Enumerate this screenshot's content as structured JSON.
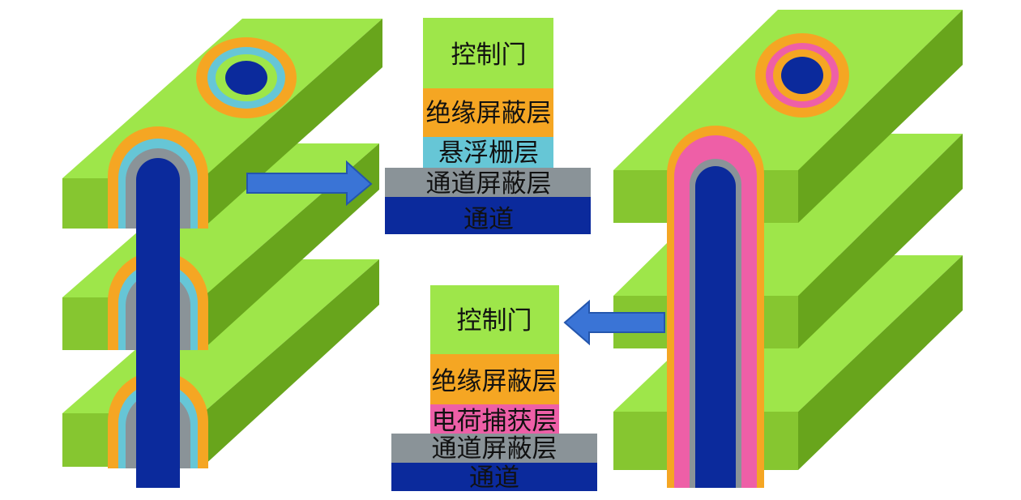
{
  "colors": {
    "plate_top": "#9ee64a",
    "plate_front": "#86c630",
    "plate_side": "#68a51c",
    "control_gate": "#9ee64a",
    "blocking_insulator": "#f5a623",
    "floating_gate": "#66c6d6",
    "charge_trap": "#ee5fa7",
    "tunnel_insulator": "#8a9398",
    "channel": "#0b2a9c",
    "arrow": "#3a74d6"
  },
  "left_structure": {
    "type": "floating-gate",
    "stack": [
      {
        "key": "control_gate",
        "label": "控制门"
      },
      {
        "key": "blocking_insulator",
        "label": "绝缘屏蔽层"
      },
      {
        "key": "floating_gate",
        "label": "悬浮栅层"
      },
      {
        "key": "tunnel_insulator",
        "label": "通道屏蔽层"
      },
      {
        "key": "channel",
        "label": "通道"
      }
    ]
  },
  "right_structure": {
    "type": "charge-trap",
    "stack": [
      {
        "key": "control_gate",
        "label": "控制门"
      },
      {
        "key": "blocking_insulator",
        "label": "绝缘屏蔽层"
      },
      {
        "key": "charge_trap",
        "label": "电荷捕获层"
      },
      {
        "key": "tunnel_insulator",
        "label": "通道屏蔽层"
      },
      {
        "key": "channel",
        "label": "通道"
      }
    ]
  }
}
